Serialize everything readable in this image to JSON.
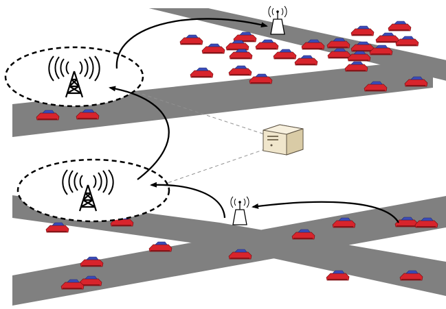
{
  "diagram": {
    "colors": {
      "road": "#808080",
      "car_body": "#d8242c",
      "car_roof": "#3b4bb8",
      "arrow": "#000000",
      "ellipse": "#000000",
      "tower": "#000000",
      "server": "#e8dcc0",
      "dashed_link": "#909090"
    },
    "icons": [
      "cell-tower-icon",
      "antenna-icon",
      "server-icon",
      "car-icon"
    ],
    "upper_level": {
      "base_station": "macro-cell-tower",
      "roadside_unit": "antenna",
      "car_count": 26
    },
    "lower_level": {
      "base_station": "macro-cell-tower",
      "roadside_unit": "antenna",
      "car_count": 13
    },
    "central_node": "server"
  }
}
